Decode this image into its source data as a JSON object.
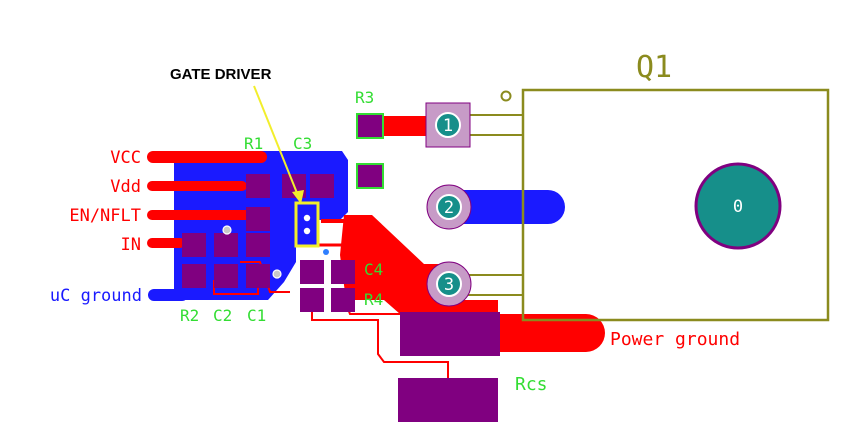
{
  "annotation": {
    "gate_driver": "GATE DRIVER"
  },
  "net_labels": {
    "vcc": "VCC",
    "vdd": "Vdd",
    "en_nflt": "EN/NFLT",
    "in": "IN",
    "uc_ground": "uC ground",
    "power_ground": "Power ground"
  },
  "refdes": {
    "q1": "Q1",
    "r1": "R1",
    "r2": "R2",
    "r3": "R3",
    "r4": "R4",
    "c1": "C1",
    "c2": "C2",
    "c3": "C3",
    "c4": "C4",
    "rcs": "Rcs"
  },
  "pin_numbers": {
    "pin1": "1",
    "pin2": "2",
    "pin3": "3",
    "tab": "0"
  },
  "colors": {
    "top_copper": "#ff0000",
    "bottom_copper": "#1a1aff",
    "pad": "#800080",
    "silkscreen_green": "#33dd33",
    "outline_olive": "#8b8b1e",
    "via_teal": "#168f8a",
    "callout_yellow": "#f2ee2c"
  }
}
